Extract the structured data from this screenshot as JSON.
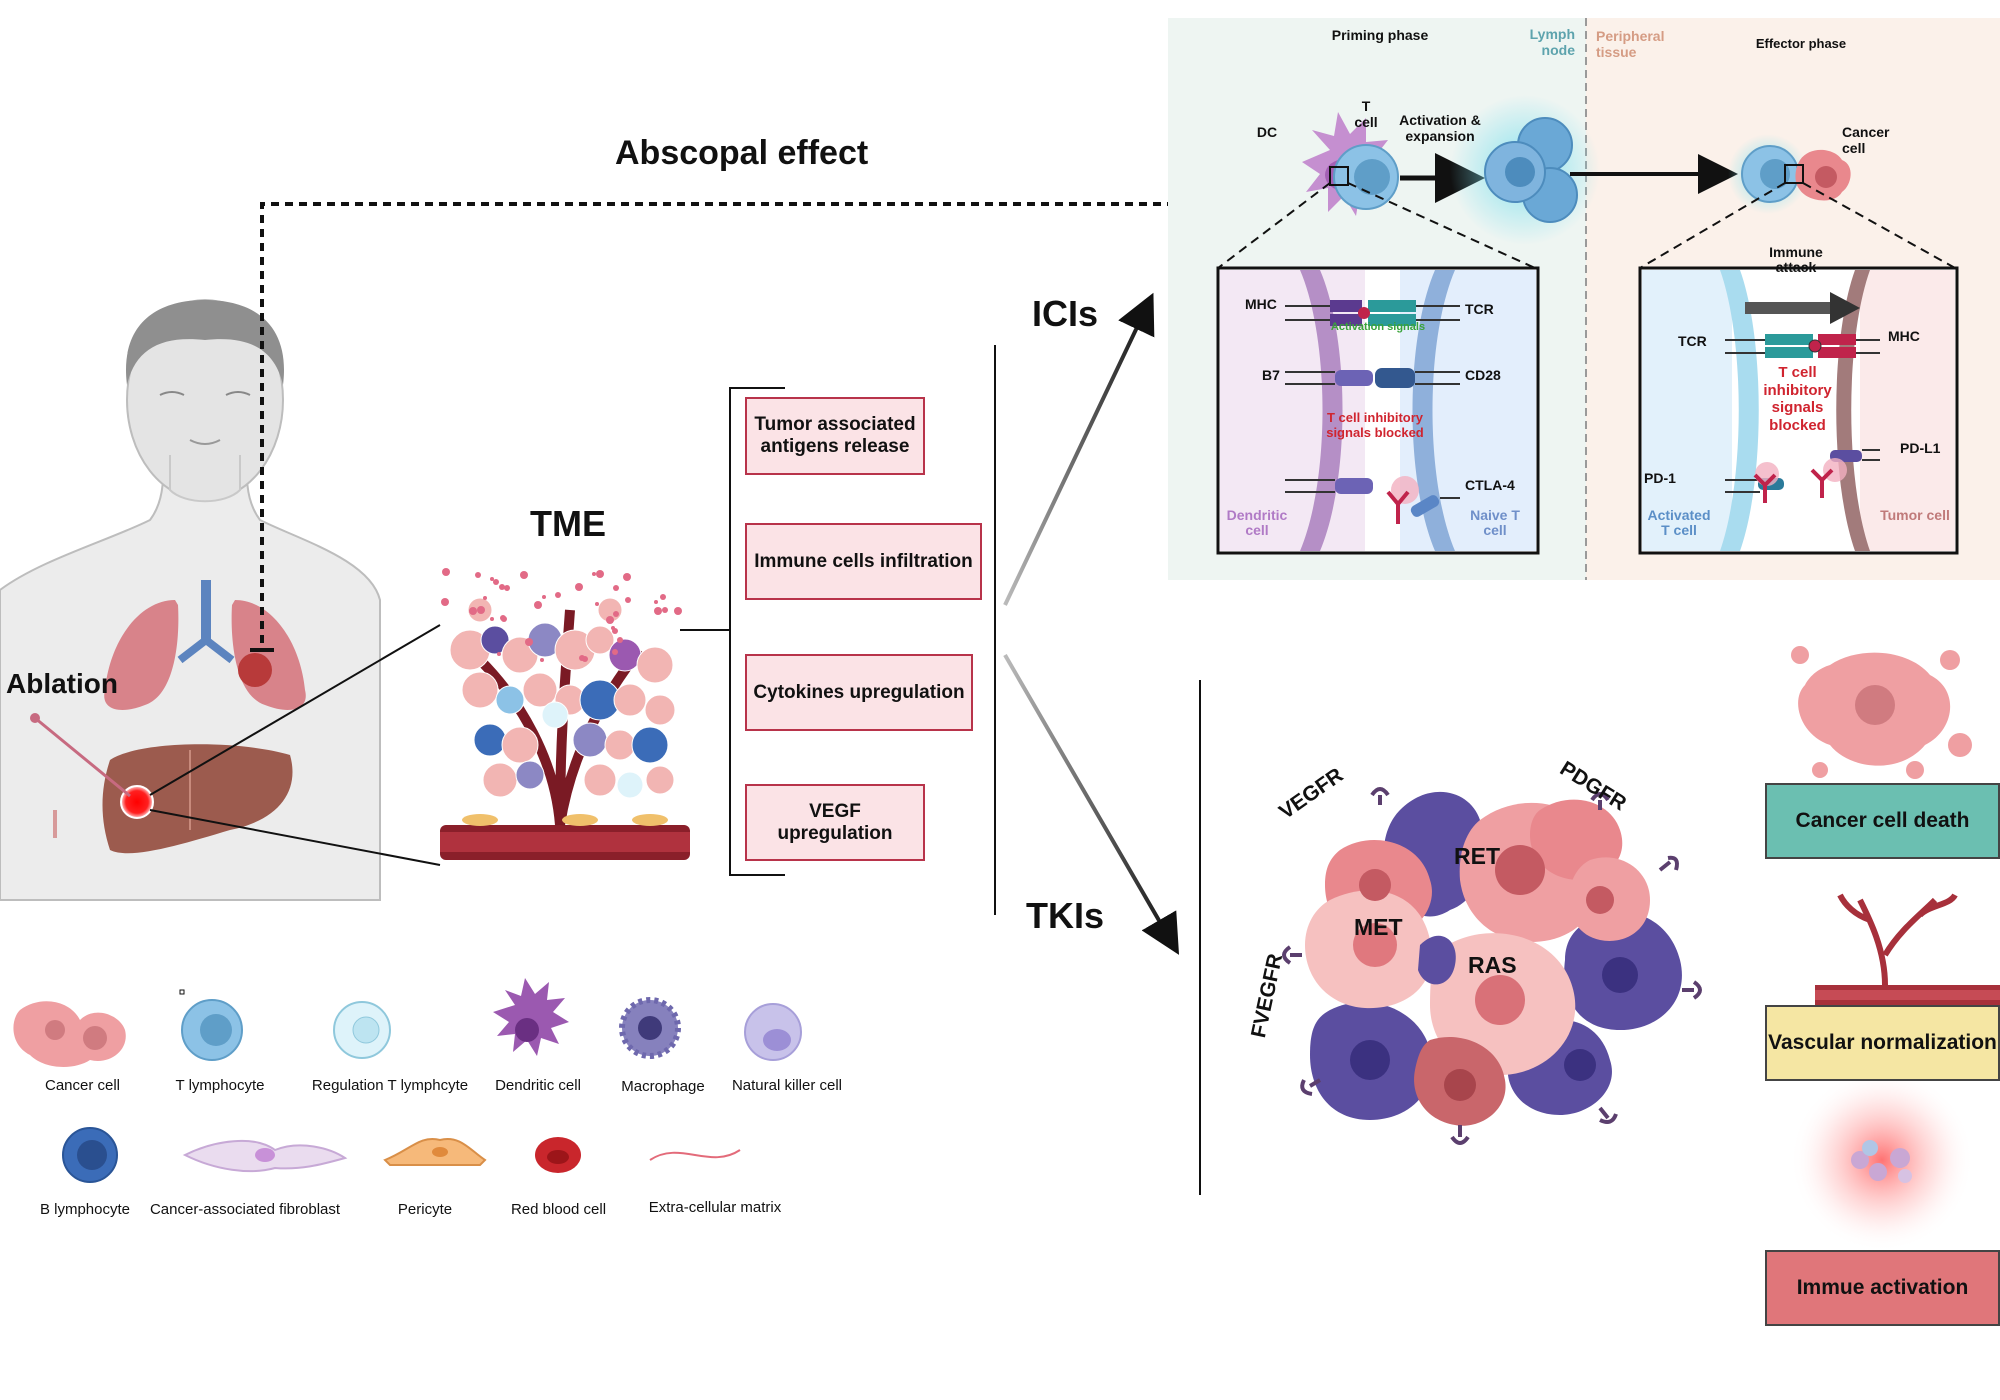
{
  "titles": {
    "abscopal": "Abscopal effect",
    "ablation": "Ablation",
    "tme": "TME",
    "icis": "ICIs",
    "tkis": "TKIs"
  },
  "tme_effects": [
    "Tumor associated antigens release",
    "Immune cells infiltration",
    "Cytokines upregulation",
    "VEGF upregulation"
  ],
  "ici_panel": {
    "priming_phase": "Priming phase",
    "lymph_node": "Lymph node",
    "peripheral_tissue": "Peripheral tissue",
    "effector_phase": "Effector phase",
    "dc": "DC",
    "t_cell": "T cell",
    "activation_expansion": "Activation & expansion",
    "cancer_cell": "Cancer cell",
    "immune_attack": "Immune attack",
    "left_zoom": {
      "mhc": "MHC",
      "tcr": "TCR",
      "activation_signals": "Activation signals",
      "b7": "B7",
      "cd28": "CD28",
      "inhibitory_blocked": "T cell inhibitory signals blocked",
      "ctla4": "CTLA-4",
      "dendritic_cell": "Dendritic cell",
      "naive_t_cell": "Naive T cell"
    },
    "right_zoom": {
      "tcr": "TCR",
      "mhc": "MHC",
      "inhibitory_blocked": "T cell inhibitory signals blocked",
      "pd1": "PD-1",
      "pdl1": "PD-L1",
      "activated_t_cell": "Activated T cell",
      "tumor_cell": "Tumor cell"
    }
  },
  "tki_receptors": {
    "vegfr": "VEGFR",
    "pdgfr": "PDGFR",
    "fvegfr": "FVEGFR",
    "ret": "RET",
    "met": "MET",
    "ras": "RAS"
  },
  "outcomes": [
    {
      "label": "Cancer cell death",
      "color": "#6bbfb1"
    },
    {
      "label": "Vascular normalization",
      "color": "#f5e6a3"
    },
    {
      "label": "Immue activation",
      "color": "#e0767a"
    }
  ],
  "legend": [
    {
      "label": "Cancer cell",
      "icon": "cancer-cell-icon"
    },
    {
      "label": "T lymphocyte",
      "icon": "t-lymphocyte-icon"
    },
    {
      "label": "Regulation T lymphcyte",
      "icon": "treg-icon"
    },
    {
      "label": "Dendritic cell",
      "icon": "dendritic-cell-icon"
    },
    {
      "label": "Macrophage",
      "icon": "macrophage-icon"
    },
    {
      "label": "Natural killer cell",
      "icon": "nk-cell-icon"
    },
    {
      "label": "B  lymphocyte",
      "icon": "b-lymphocyte-icon"
    },
    {
      "label": "Cancer-associated fibroblast",
      "icon": "fibroblast-icon"
    },
    {
      "label": "Pericyte",
      "icon": "pericyte-icon"
    },
    {
      "label": "Red blood cell",
      "icon": "red-blood-cell-icon"
    },
    {
      "label": "Extra-cellular matrix",
      "icon": "ecm-icon"
    }
  ],
  "colors": {
    "box_fill": "#fbe3e6",
    "box_border": "#b8334a",
    "lymph_bg": "#eef5f2",
    "peripheral_bg": "#fbf1ea",
    "cancer_pink": "#e9888d",
    "t_cell_blue": "#8cc2e6",
    "dc_purple": "#c58fd0",
    "tumor_purple": "#5b4ea0"
  }
}
